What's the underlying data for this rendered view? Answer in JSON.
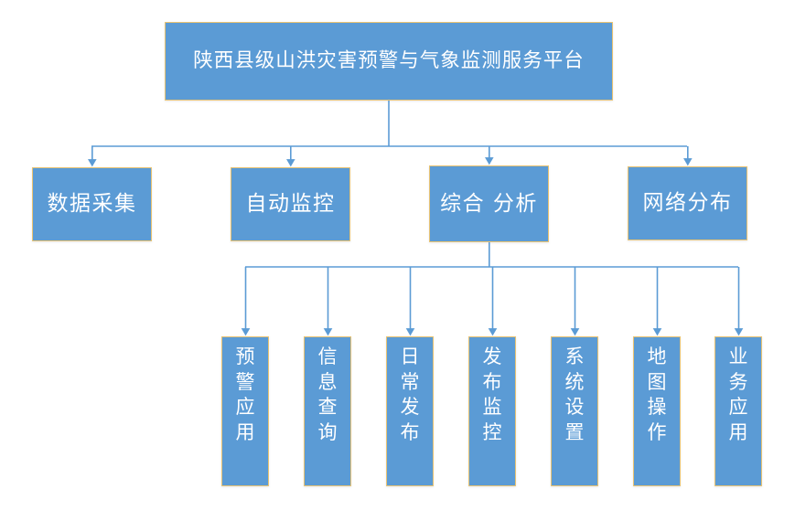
{
  "diagram": {
    "type": "org-chart",
    "background_color": "#FFFFFF",
    "node_fill_color": "#5B9BD5",
    "node_border_color": "#E8C373",
    "node_text_color": "#FFFFFF",
    "connector_color": "#5B9BD5",
    "root": {
      "label": "陕西县级山洪灾害预警与气象监测服务平台"
    },
    "level2": [
      {
        "label": "数据采集"
      },
      {
        "label": "自动监控"
      },
      {
        "label": "综合 分析"
      },
      {
        "label": "网络分布"
      }
    ],
    "level3": [
      {
        "label": "预警应用"
      },
      {
        "label": "信息查询"
      },
      {
        "label": "日常发布"
      },
      {
        "label": "发布监控"
      },
      {
        "label": "系统设置"
      },
      {
        "label": "地图操作"
      },
      {
        "label": "业务应用"
      }
    ]
  }
}
